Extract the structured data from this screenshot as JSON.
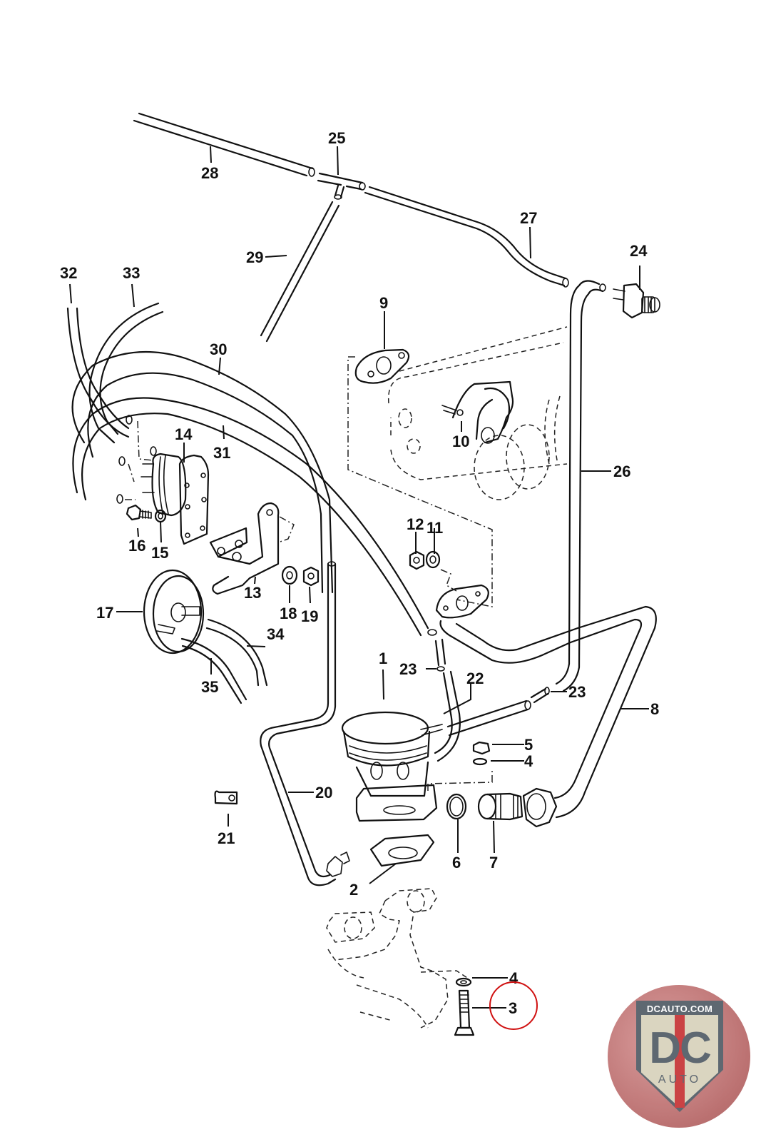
{
  "diagram": {
    "title": "Exploded parts diagram - secondary air / vacuum line assembly",
    "callout_numbers": [
      "1",
      "2",
      "3",
      "4",
      "4",
      "5",
      "6",
      "7",
      "8",
      "9",
      "10",
      "11",
      "12",
      "13",
      "14",
      "15",
      "16",
      "17",
      "18",
      "19",
      "20",
      "21",
      "22",
      "23",
      "23",
      "24",
      "25",
      "26",
      "27",
      "28",
      "29",
      "30",
      "31",
      "32",
      "33",
      "34",
      "35"
    ],
    "highlighted_part": "3",
    "highlight_color": "#d01010",
    "labels": {
      "p1": "1",
      "p2": "2",
      "p3": "3",
      "p4a": "4",
      "p4b": "4",
      "p5": "5",
      "p6": "6",
      "p7": "7",
      "p8": "8",
      "p9": "9",
      "p10": "10",
      "p11": "11",
      "p12": "12",
      "p13": "13",
      "p14": "14",
      "p15": "15",
      "p16": "16",
      "p17": "17",
      "p18": "18",
      "p19": "19",
      "p20": "20",
      "p21": "21",
      "p22": "22",
      "p23a": "23",
      "p23b": "23",
      "p24": "24",
      "p25": "25",
      "p26": "26",
      "p27": "27",
      "p28": "28",
      "p29": "29",
      "p30": "30",
      "p31": "31",
      "p32": "32",
      "p33": "33",
      "p34": "34",
      "p35": "35"
    }
  },
  "logo": {
    "url_text": "DCAUTO.COM",
    "mark": "DC",
    "subtext": "AUTO",
    "colors": {
      "shield": "#56606a",
      "field": "#d9d3bd",
      "stripe": "#c8383a",
      "background": "#b86a6a"
    }
  }
}
